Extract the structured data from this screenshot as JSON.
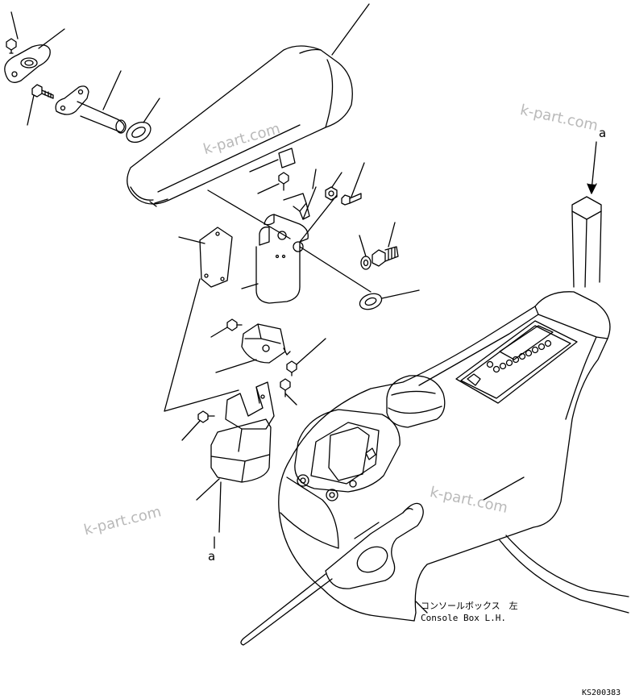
{
  "labels": {
    "ref_a_top": "a",
    "ref_a_bottom": "a",
    "console_jp": "コンソールボックス　左",
    "console_en": "Console Box L.H.",
    "drawing_code": "KS200383"
  },
  "watermark": {
    "text": "k-part.com",
    "color": "#b9b9b9"
  },
  "colors": {
    "line": "#000000",
    "background": "#ffffff"
  },
  "icons": [
    "arrow-down-icon"
  ]
}
